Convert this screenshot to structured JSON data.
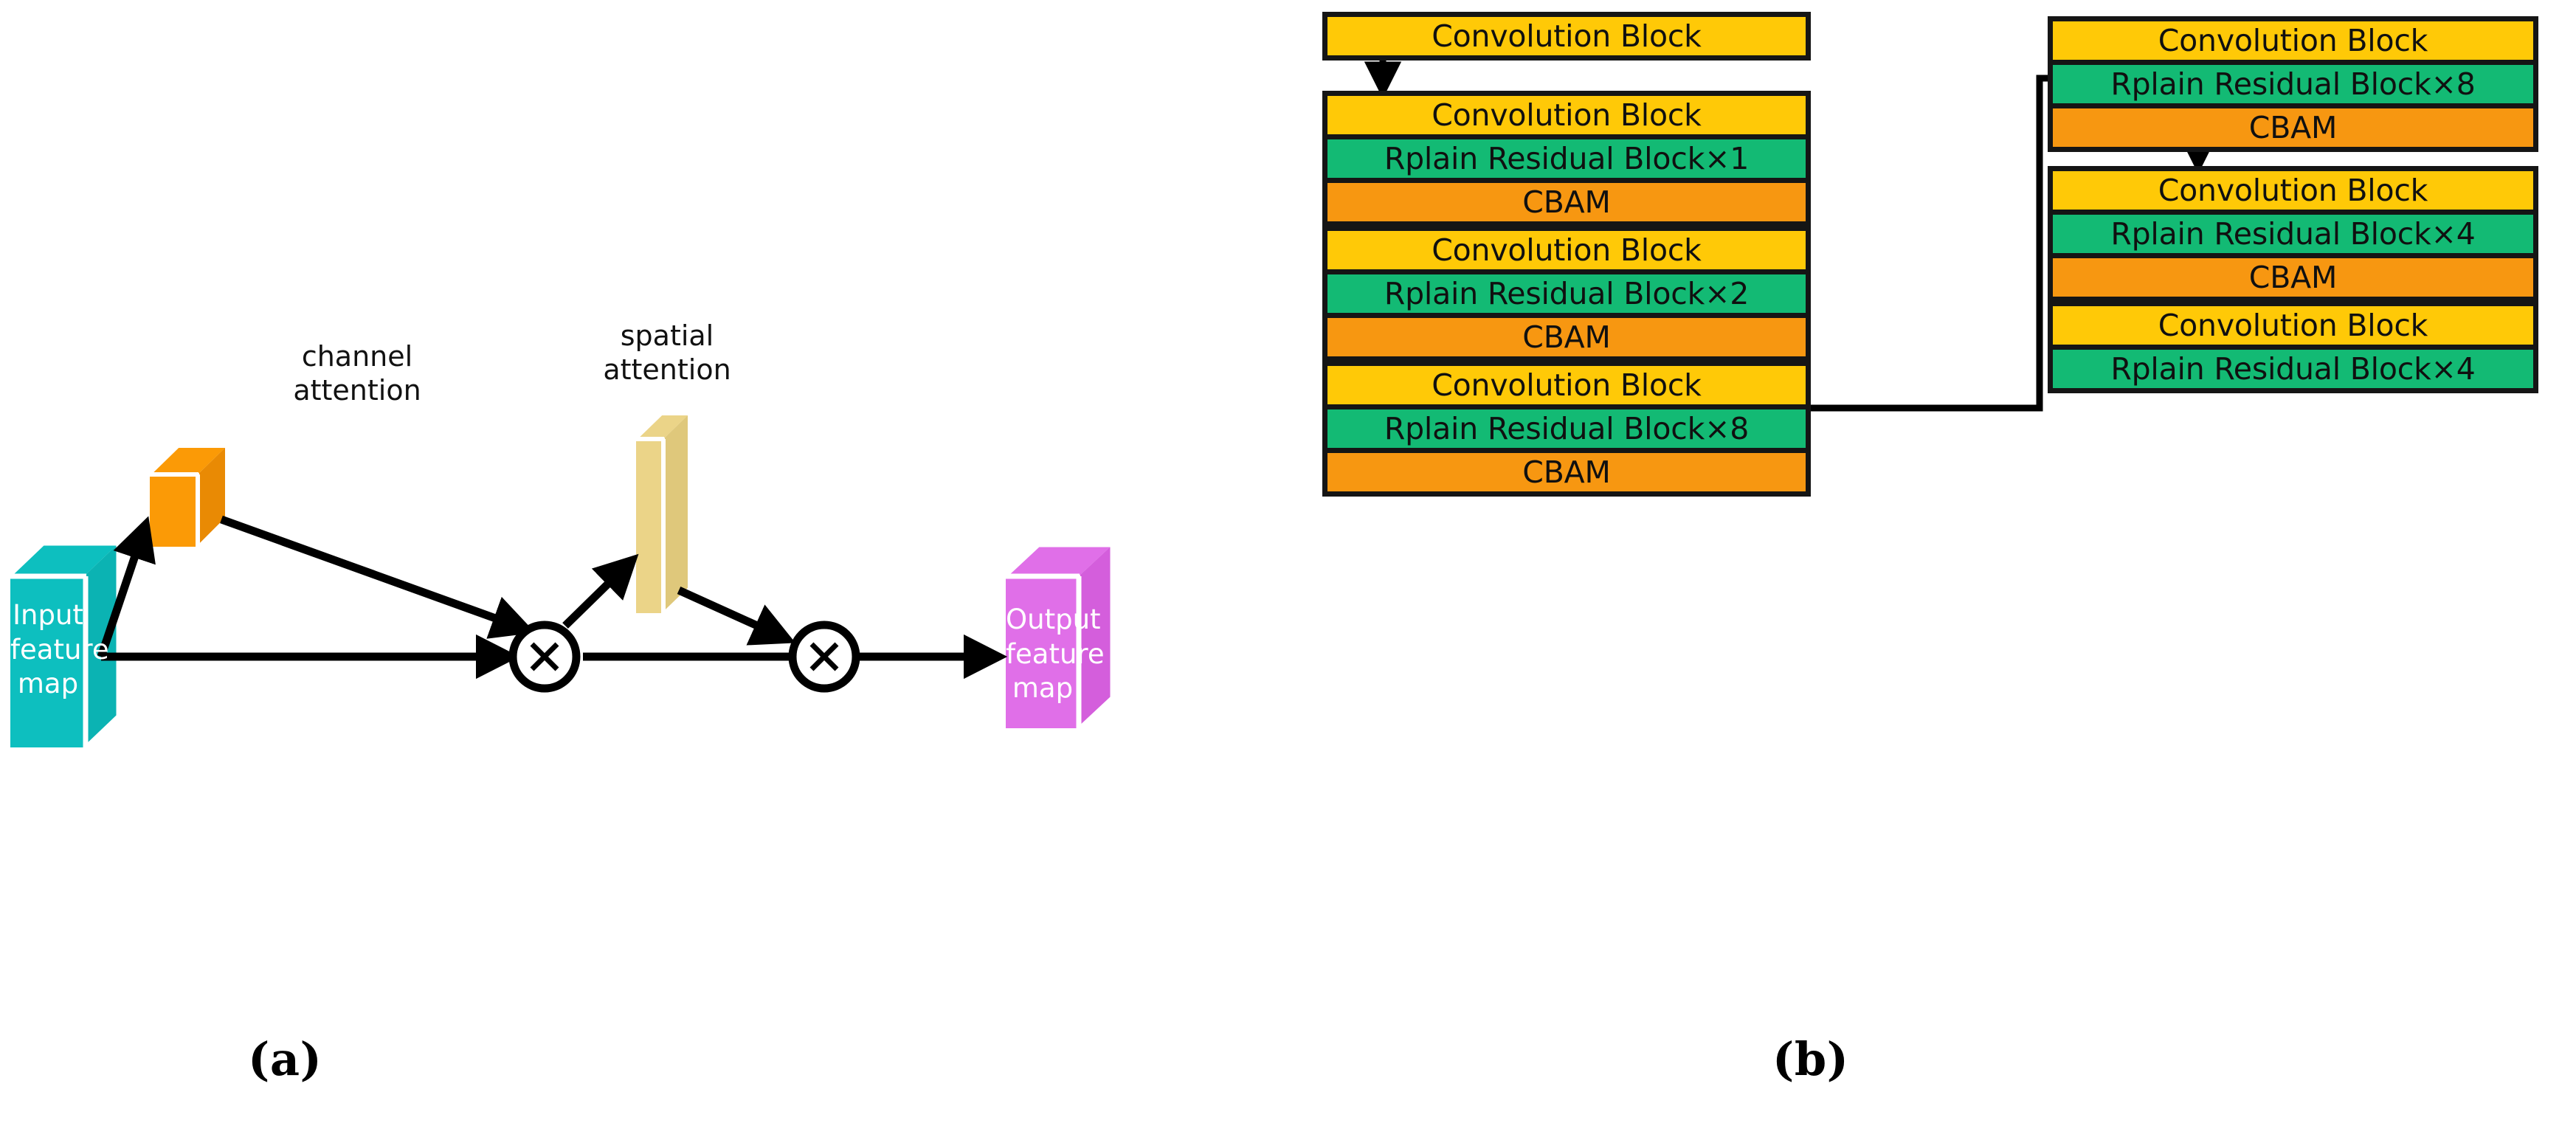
{
  "figure": {
    "panels": [
      {
        "id": "a",
        "caption": "(a)"
      },
      {
        "id": "b",
        "caption": "(b)"
      }
    ]
  },
  "panel_a": {
    "caption": "(a)",
    "labels": {
      "channel_attention": "channel\nattention",
      "spatial_attention": "spatial\nattention"
    },
    "nodes": {
      "input_cube": "Input\nfeature\nmap",
      "output_cube": "Output\nfeature\nmap",
      "multiply_1": "×",
      "multiply_2": "×"
    },
    "colors": {
      "input_cube": "#0DBFBF",
      "input_cube_side": "#0BB3B3",
      "channel_attention_cube": "#FB9A06",
      "channel_attention_cube_side": "#E98A04",
      "spatial_attention_slab": "#EBD488",
      "spatial_attention_slab_side": "#DFC87B",
      "output_cube": "#E06FE8",
      "output_cube_side": "#D45EDC",
      "arrow": "#000000"
    }
  },
  "panel_b": {
    "caption": "(b)",
    "colors": {
      "convolution": "#FFC907",
      "residual": "#13BA74",
      "cbam": "#F79711",
      "border": "#151515",
      "arrow": "#000000"
    },
    "left_column": [
      {
        "name": "stage-1",
        "rows": [
          {
            "type": "conv",
            "label": "Convolution Block"
          }
        ]
      },
      {
        "name": "stage-2",
        "rows": [
          {
            "type": "conv",
            "label": "Convolution Block"
          },
          {
            "type": "res",
            "label": "Rplain Residual Block×1"
          },
          {
            "type": "cbam",
            "label": "CBAM"
          }
        ]
      },
      {
        "name": "stage-3",
        "rows": [
          {
            "type": "conv",
            "label": "Convolution Block"
          },
          {
            "type": "res",
            "label": "Rplain Residual Block×2"
          },
          {
            "type": "cbam",
            "label": "CBAM"
          }
        ]
      },
      {
        "name": "stage-4",
        "rows": [
          {
            "type": "conv",
            "label": "Convolution Block"
          },
          {
            "type": "res",
            "label": "Rplain Residual Block×8"
          },
          {
            "type": "cbam",
            "label": "CBAM"
          }
        ]
      }
    ],
    "right_column": [
      {
        "name": "stage-5",
        "rows": [
          {
            "type": "conv",
            "label": "Convolution Block"
          },
          {
            "type": "res",
            "label": "Rplain Residual Block×8"
          },
          {
            "type": "cbam",
            "label": "CBAM"
          }
        ]
      },
      {
        "name": "stage-6",
        "rows": [
          {
            "type": "conv",
            "label": "Convolution Block"
          },
          {
            "type": "res",
            "label": "Rplain Residual Block×4"
          },
          {
            "type": "cbam",
            "label": "CBAM"
          }
        ]
      },
      {
        "name": "stage-7",
        "rows": [
          {
            "type": "conv",
            "label": "Convolution Block"
          },
          {
            "type": "res",
            "label": "Rplain Residual Block×4"
          }
        ]
      }
    ]
  }
}
